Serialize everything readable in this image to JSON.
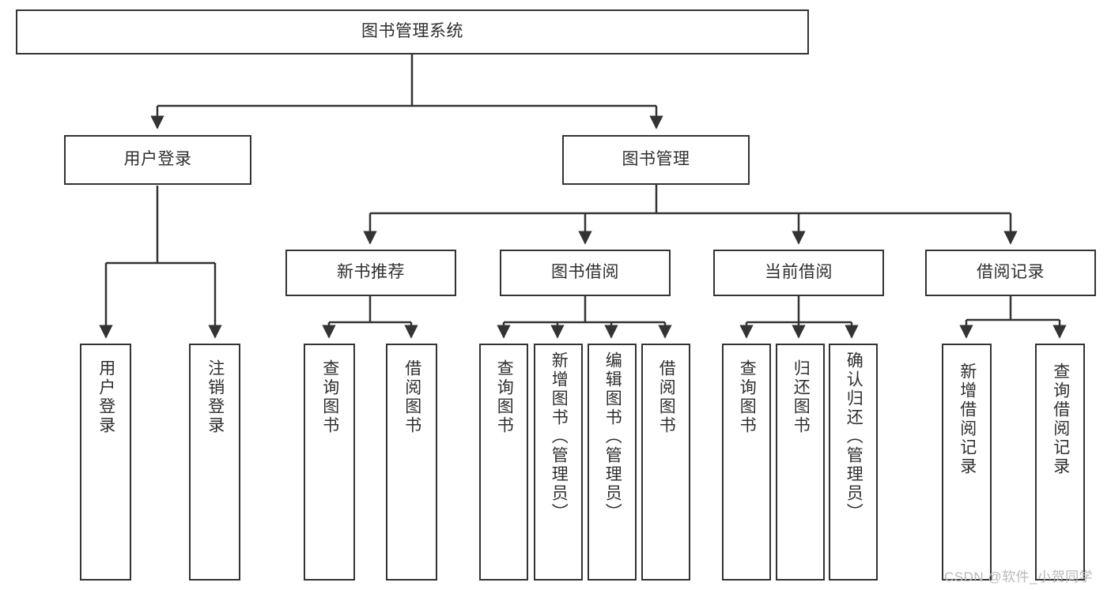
{
  "diagram": {
    "title_node": {
      "label": "图书管理系统"
    },
    "level1": [
      {
        "id": "user-login",
        "label": "用户登录"
      },
      {
        "id": "book-management",
        "label": "图书管理"
      }
    ],
    "level2": [
      {
        "id": "new-book-recommend",
        "label": "新书推荐"
      },
      {
        "id": "book-borrow",
        "label": "图书借阅"
      },
      {
        "id": "current-borrow",
        "label": "当前借阅"
      },
      {
        "id": "borrow-record",
        "label": "借阅记录"
      }
    ],
    "leaves": {
      "user_login": [
        {
          "id": "leaf-user-login",
          "label": "用户登录"
        },
        {
          "id": "leaf-logout-login",
          "label": "注销登录"
        }
      ],
      "new_book_recommend": [
        {
          "id": "leaf-query-book-1",
          "label": "查询图书"
        },
        {
          "id": "leaf-borrow-book-1",
          "label": "借阅图书"
        }
      ],
      "book_borrow": [
        {
          "id": "leaf-query-book-2",
          "label": "查询图书"
        },
        {
          "id": "leaf-add-book",
          "label": "新增图书（管理员）"
        },
        {
          "id": "leaf-edit-book",
          "label": "编辑图书（管理员）"
        },
        {
          "id": "leaf-borrow-book-2",
          "label": "借阅图书"
        }
      ],
      "current_borrow": [
        {
          "id": "leaf-query-book-3",
          "label": "查询图书"
        },
        {
          "id": "leaf-return-book",
          "label": "归还图书"
        },
        {
          "id": "leaf-confirm-return",
          "label": "确认归还（管理员）"
        }
      ],
      "borrow_record": [
        {
          "id": "leaf-add-record",
          "label": "新增借阅记录"
        },
        {
          "id": "leaf-query-record",
          "label": "查询借阅记录"
        }
      ]
    }
  },
  "watermark": {
    "text": "CSDN @软件_小贺同学"
  },
  "colors": {
    "stroke": "#333333",
    "text": "#2f2f2f",
    "background": "#ffffff",
    "watermark": "#b9b9b9"
  }
}
